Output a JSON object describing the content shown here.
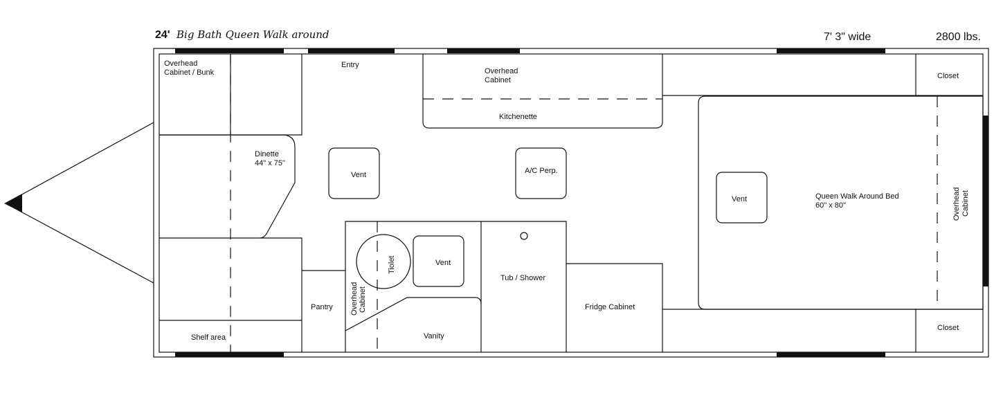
{
  "header": {
    "length": "24'",
    "model_name": "Big Bath Queen Walk around",
    "width": "7' 3\" wide",
    "weight": "2800 lbs."
  },
  "labels": {
    "overhead_bunk_1": "Overhead",
    "overhead_bunk_2": "Cabinet / Bunk",
    "entry": "Entry",
    "overhead_kitchen_1": "Overhead",
    "overhead_kitchen_2": "Cabinet",
    "kitchenette": "Kitchenette",
    "closet_top": "Closet",
    "closet_bottom": "Closet",
    "dinette_1": "Dinette",
    "dinette_2": "44\" x 75\"",
    "vent_front": "Vent",
    "ac": "A/C Perp.",
    "vent_bed": "Vent",
    "bed_1": "Queen Walk Around Bed",
    "bed_2": "60\" x 80\"",
    "overhead_rear_1": "Overhead",
    "overhead_rear_2": "Cabinet",
    "toilet": "Tiolet",
    "vent_bath": "Vent",
    "tub": "Tub / Shower",
    "fridge": "Fridge Cabinet",
    "pantry": "Pantry",
    "overhead_bath_1": "Overhead",
    "overhead_bath_2": "Cabinet",
    "vanity": "Vanity",
    "shelf": "Shelf area"
  }
}
